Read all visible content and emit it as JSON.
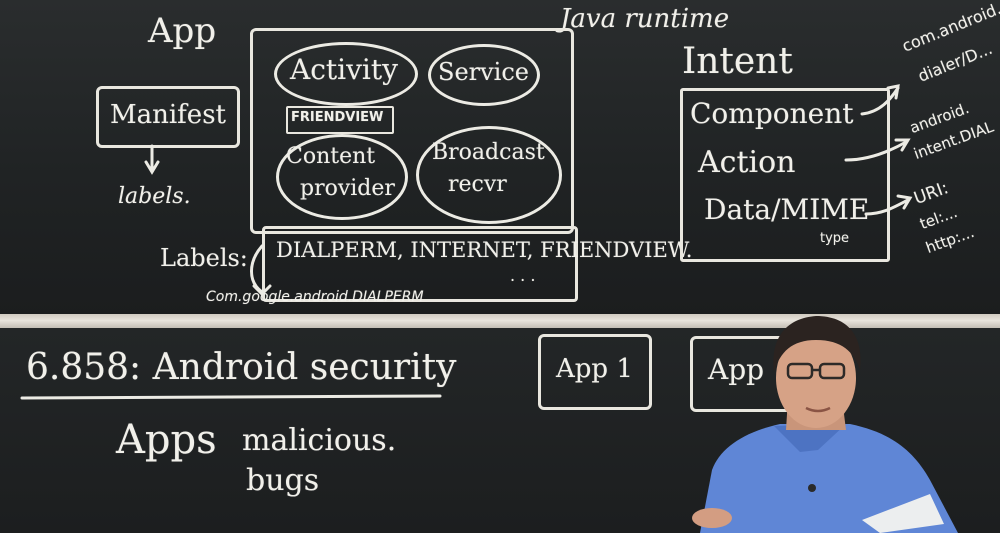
{
  "board_top": {
    "app_label": "App",
    "java_runtime": "Java runtime",
    "manifest": "Manifest",
    "manifest_labels": "labels.",
    "activity": "Activity",
    "service": "Service",
    "friendview_tag": "FRIENDVIEW",
    "content_provider_line1": "Content",
    "content_provider_line2": "provider",
    "broadcast_line1": "Broadcast",
    "broadcast_line2": "recvr",
    "labels_prefix": "Labels:",
    "labels_list": "DIALPERM, INTERNET, FRIENDVIEW.",
    "labels_ellipsis": ". . .",
    "com_google": "Com.google.android.DIALPERM",
    "intent_title": "Intent",
    "intent_component": "Component",
    "intent_action": "Action",
    "intent_data": "Data/MIME",
    "intent_type": "type",
    "intent_right_1": "com.android.",
    "intent_right_2": "dialer/D...",
    "intent_right_3": "android.",
    "intent_right_4": "intent.DIAL",
    "intent_right_5": "URI:",
    "intent_right_6": "tel:...",
    "intent_right_7": "http:..."
  },
  "board_bottom": {
    "course_title": "6.858: Android security",
    "app1": "App 1",
    "app2": "App",
    "apps": "Apps",
    "malicious": "malicious.",
    "bugs": "bugs"
  }
}
